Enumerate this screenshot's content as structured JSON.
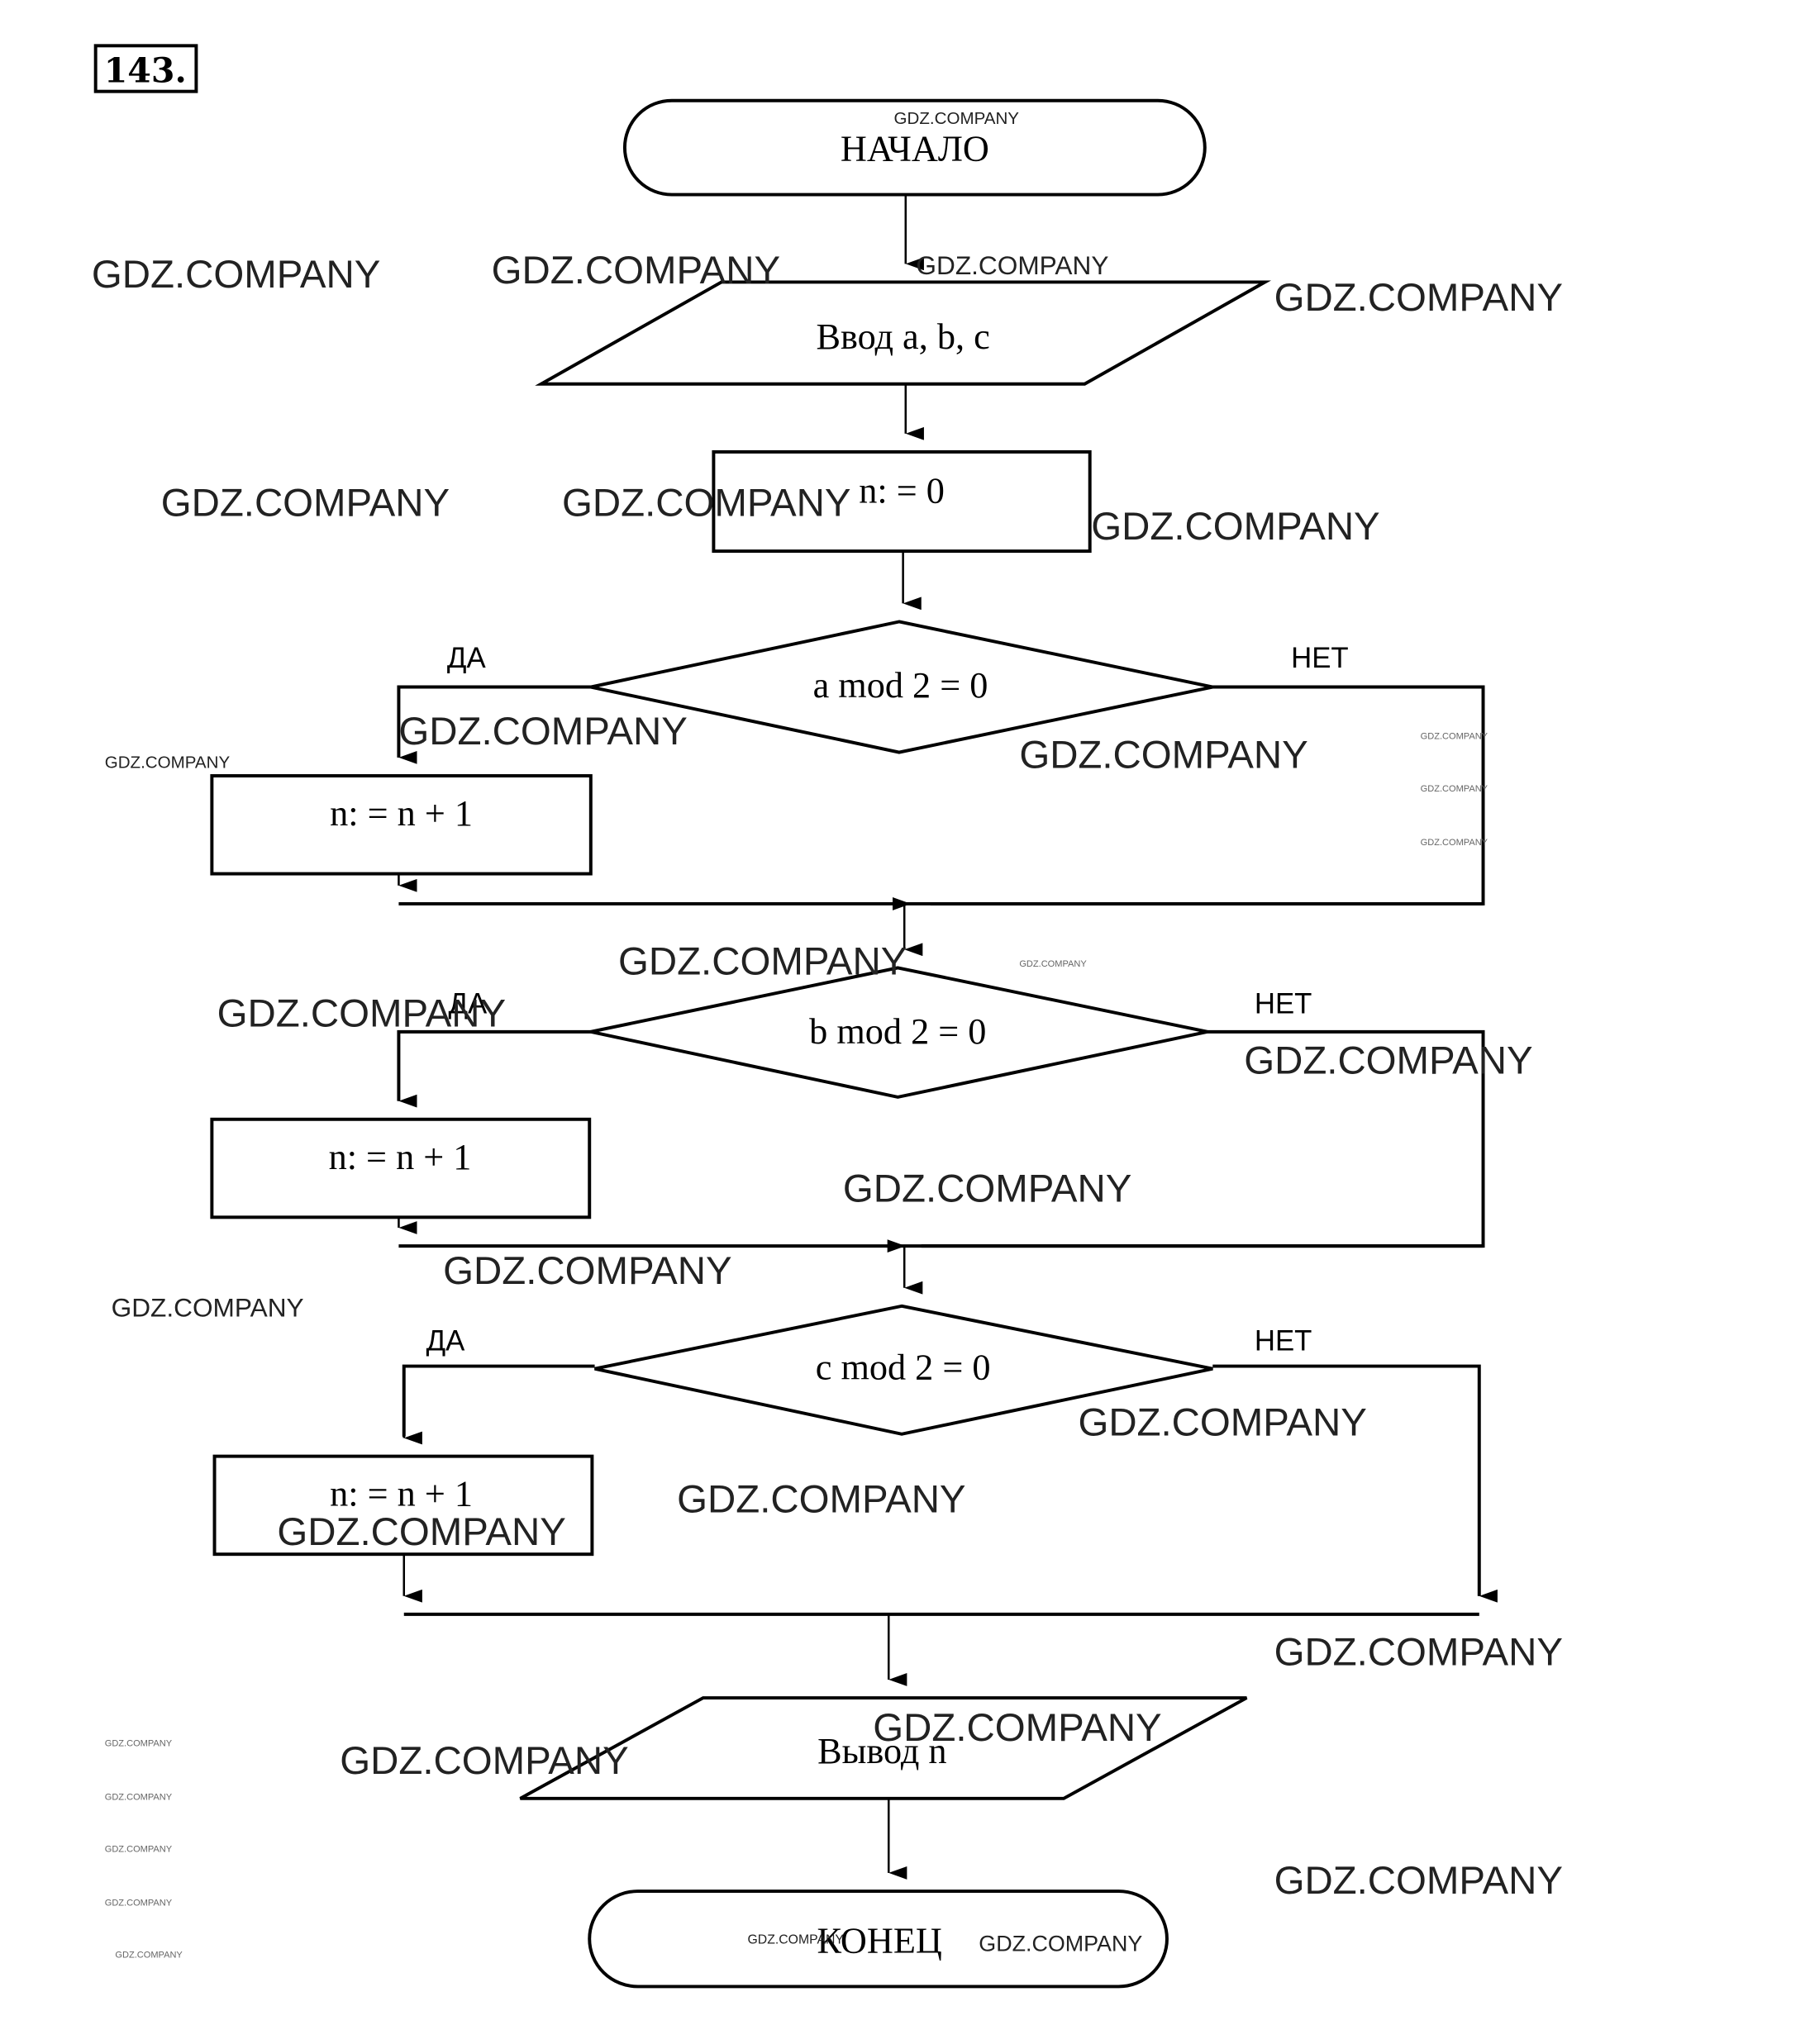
{
  "task_number": "143.",
  "flowchart": {
    "start": "НАЧАЛО",
    "input": "Ввод a, b, c",
    "init": "n: = 0",
    "conditions": [
      {
        "text": "a mod 2 = 0",
        "yes": "ДА",
        "no": "НЕТ",
        "action": "n: = n + 1"
      },
      {
        "text": "b mod 2 = 0",
        "yes": "ДА",
        "no": "НЕТ",
        "action": "n: = n + 1"
      },
      {
        "text": "c mod 2 = 0",
        "yes": "ДА",
        "no": "НЕТ",
        "action": "n: = n + 1"
      }
    ],
    "output": "Вывод n",
    "end": "КОНЕЦ"
  },
  "watermark": "GDZ.COMPANY"
}
